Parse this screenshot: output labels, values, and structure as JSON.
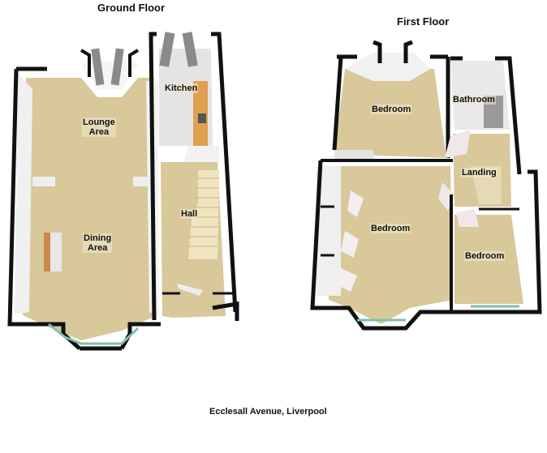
{
  "ground_floor": {
    "title": "Ground Floor",
    "rooms": [
      {
        "name": "Lounge Area",
        "line1": "Lounge",
        "line2": "Area"
      },
      {
        "name": "Dining Area",
        "line1": "Dining",
        "line2": "Area"
      },
      {
        "name": "Kitchen"
      },
      {
        "name": "Hall"
      }
    ]
  },
  "first_floor": {
    "title": "First Floor",
    "rooms": [
      {
        "name": "Bedroom"
      },
      {
        "name": "Bathroom"
      },
      {
        "name": "Landing"
      },
      {
        "name": "Bedroom"
      },
      {
        "name": "Bedroom"
      }
    ]
  },
  "address": "Ecclesall Avenue, Liverpool",
  "colors": {
    "floor": "#d8c89a",
    "wall": "#111111",
    "inner_wall": "#f2f2f2",
    "tile": "#e6e6e6",
    "worktop": "#e0a050",
    "window": "#7fbfae"
  }
}
